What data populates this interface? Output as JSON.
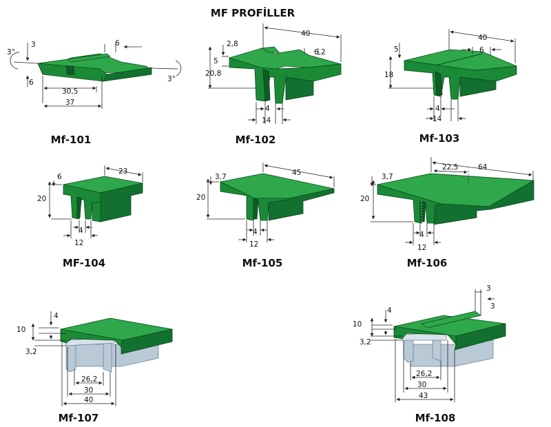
{
  "title": "MF PROFİLLER",
  "profiles": [
    {
      "name": "Mf-101",
      "dims": [
        "3",
        "6",
        "3°",
        "3°",
        "6",
        "30,5",
        "37"
      ]
    },
    {
      "name": "Mf-102",
      "dims": [
        "40",
        "2,8",
        "5",
        "6,2",
        "20,8",
        "4",
        "14"
      ]
    },
    {
      "name": "Mf-103",
      "dims": [
        "40",
        "5",
        "6",
        "18",
        "4",
        "14"
      ]
    },
    {
      "name": "MF-104",
      "dims": [
        "6",
        "23",
        "20",
        "4",
        "12"
      ]
    },
    {
      "name": "Mf-105",
      "dims": [
        "3,7",
        "45",
        "20",
        "4",
        "12"
      ]
    },
    {
      "name": "Mf-106",
      "dims": [
        "3,7",
        "22,5",
        "64",
        "20",
        "4",
        "12"
      ]
    },
    {
      "name": "Mf-107",
      "dims": [
        "4",
        "10",
        "3,2",
        "26,2",
        "30",
        "40"
      ]
    },
    {
      "name": "Mf-108",
      "dims": [
        "3",
        "3",
        "4",
        "10",
        "3,2",
        "26,2",
        "30",
        "43"
      ]
    }
  ]
}
